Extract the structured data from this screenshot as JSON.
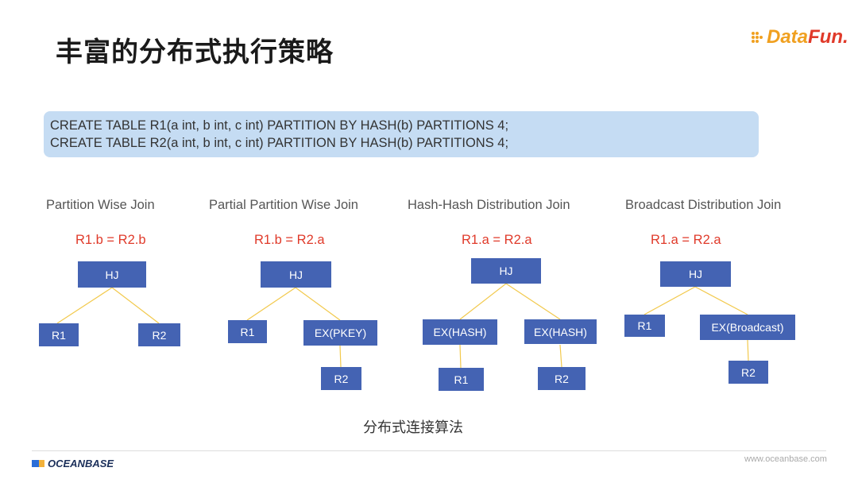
{
  "header": {
    "title": "丰富的分布式执行策略",
    "logo_text_1": "Data",
    "logo_text_2": "Fun."
  },
  "code": {
    "line1": "CREATE TABLE R1(a int, b int, c int) PARTITION BY HASH(b) PARTITIONS 4;",
    "line2": "CREATE TABLE R2(a int, b int, c int) PARTITION BY HASH(b) PARTITIONS 4;"
  },
  "strategies": [
    {
      "name": "Partition Wise Join",
      "condition": "R1.b = R2.b",
      "nodes": {
        "hj": "HJ",
        "left": "R1",
        "right": "R2"
      }
    },
    {
      "name": "Partial Partition Wise Join",
      "condition": "R1.b = R2.a",
      "nodes": {
        "hj": "HJ",
        "left": "R1",
        "right": "EX(PKEY)",
        "right_child": "R2"
      }
    },
    {
      "name": "Hash-Hash Distribution Join",
      "condition": "R1.a = R2.a",
      "nodes": {
        "hj": "HJ",
        "left": "EX(HASH)",
        "right": "EX(HASH)",
        "left_child": "R1",
        "right_child": "R2"
      }
    },
    {
      "name": "Broadcast Distribution Join",
      "condition": "R1.a = R2.a",
      "nodes": {
        "hj": "HJ",
        "left": "R1",
        "right": "EX(Broadcast)",
        "right_child": "R2"
      }
    }
  ],
  "caption": "分布式连接算法",
  "footer": {
    "brand": "OCEANBASE",
    "url": "www.oceanbase.com"
  },
  "colors": {
    "node_fill": "#4463b3",
    "edge": "#f2c94c",
    "condition_text": "#e03a2a",
    "code_box": "#c5dcf3"
  }
}
